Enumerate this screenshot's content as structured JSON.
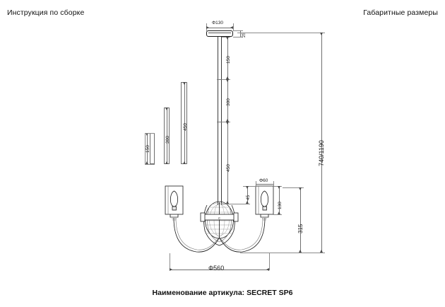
{
  "header": {
    "left_title": "Инструкция по сборке",
    "right_title": "Габаритные размеры"
  },
  "footer": {
    "caption": "Наименование артикула: SECRET SP6"
  },
  "dimensions": {
    "canopy_diameter": "Φ130",
    "canopy_height": "25",
    "rod_short": "150",
    "rod_medium": "300",
    "rod_long": "450",
    "part_rod_short": "150",
    "part_rod_medium": "300",
    "part_rod_long": "450",
    "total_height": "740/1190",
    "body_height": "315",
    "socket_offset": "45",
    "shade_width": "Φ60",
    "shade_height": "130",
    "overall_diameter": "Φ560"
  },
  "colors": {
    "line": "#1a1a1a",
    "dim_line": "#6f6f6f",
    "extension_line": "#8a8a8a",
    "text": "#111111",
    "background": "#ffffff"
  },
  "drawing": {
    "view_name": "assembly-elevation",
    "parts": [
      {
        "name": "ceiling-canopy",
        "label": "Φ130"
      },
      {
        "name": "rod-segment-150",
        "label": "150"
      },
      {
        "name": "rod-segment-300",
        "label": "300"
      },
      {
        "name": "rod-segment-450",
        "label": "450"
      },
      {
        "name": "crystal-body",
        "label": ""
      },
      {
        "name": "curved-arm-left",
        "label": ""
      },
      {
        "name": "curved-arm-right",
        "label": ""
      },
      {
        "name": "lamp-shade-left",
        "label": ""
      },
      {
        "name": "lamp-shade-right",
        "label": ""
      }
    ]
  }
}
